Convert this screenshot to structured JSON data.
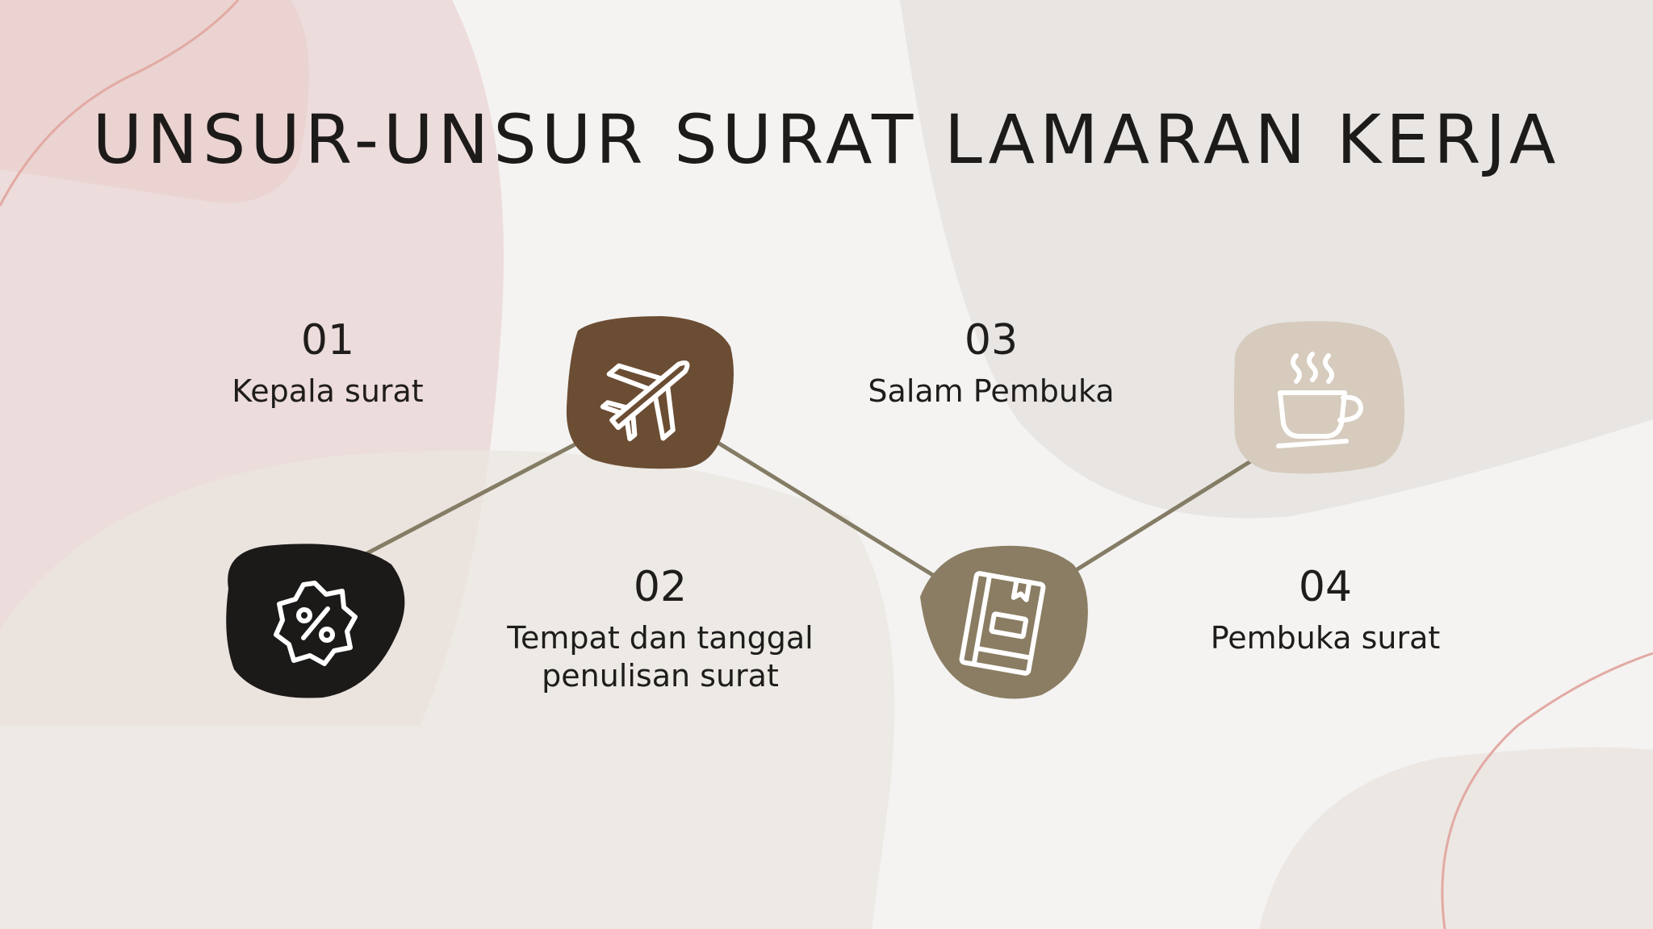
{
  "title": "UNSUR-UNSUR SURAT LAMARAN KERJA",
  "colors": {
    "background": "#f4f3f2",
    "blob_pink": "#ecdcdb",
    "blob_beige": "#ebe5df",
    "accent_line": "#e2aaa3",
    "connector": "#857c65",
    "dark": "#1c1a19",
    "brown": "#6b4d34",
    "olive": "#8a7d63",
    "sand": "#d6cbbd"
  },
  "steps": [
    {
      "number": "01",
      "label": "Kepala surat",
      "icon": "discount-badge-icon"
    },
    {
      "number": "02",
      "label": "Tempat dan tanggal penulisan surat",
      "icon": "airplane-icon"
    },
    {
      "number": "03",
      "label": "Salam Pembuka",
      "icon": "notebook-icon"
    },
    {
      "number": "04",
      "label": "Pembuka surat",
      "icon": "coffee-cup-icon"
    }
  ]
}
